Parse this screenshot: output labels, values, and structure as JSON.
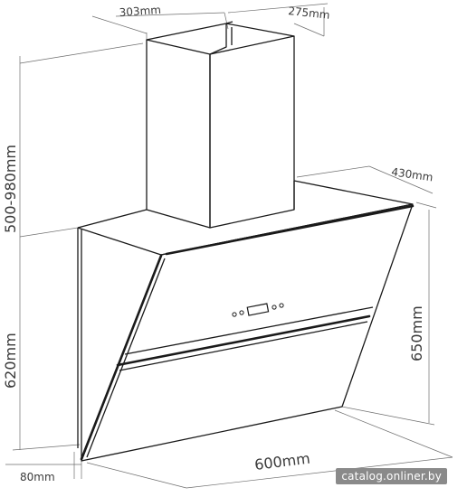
{
  "dimensions": {
    "chimney_width": "303mm",
    "chimney_depth": "275mm",
    "chimney_height": "500-980mm",
    "body_depth": "430mm",
    "body_height": "620mm",
    "panel_height": "650mm",
    "width": "600mm",
    "offset": "80mm"
  },
  "watermark": "catalog.onliner.by"
}
